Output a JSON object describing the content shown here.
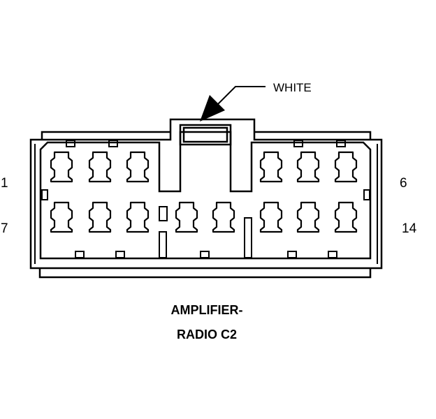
{
  "wire_color_label": "WHITE",
  "pin_labels": {
    "top_left": "1",
    "top_right": "6",
    "bottom_left": "7",
    "bottom_right": "14"
  },
  "title": {
    "line1": "AMPLIFIER-",
    "line2": "RADIO C2"
  },
  "cavities": {
    "top_row_count": 6,
    "bottom_row_count": 8
  },
  "colors": {
    "line": "#000000",
    "background": "#ffffff"
  }
}
